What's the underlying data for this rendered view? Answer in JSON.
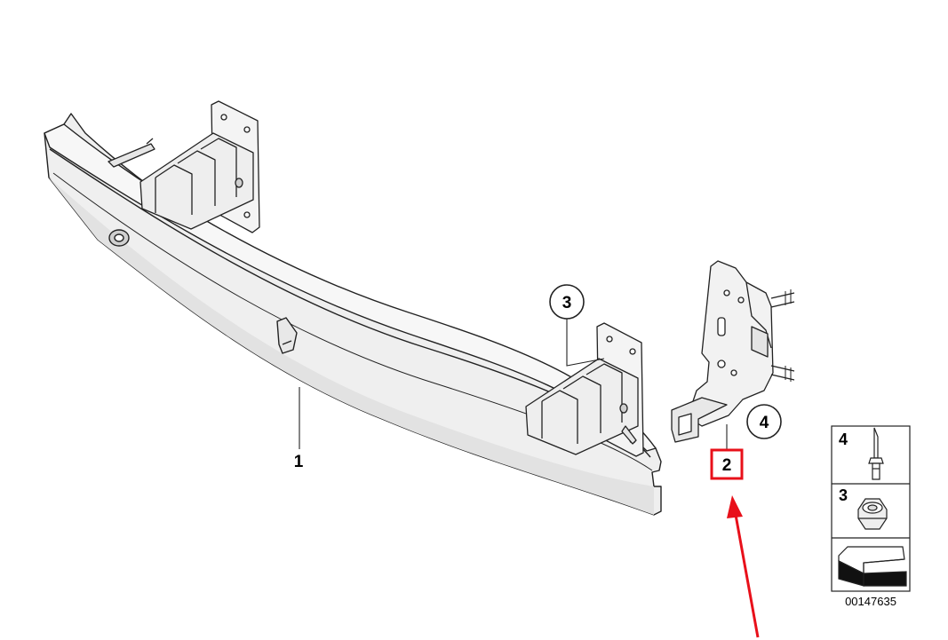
{
  "diagram": {
    "callouts": [
      {
        "id": "1",
        "label": "1"
      },
      {
        "id": "2",
        "label": "2",
        "highlighted": true
      },
      {
        "id": "3",
        "label": "3"
      },
      {
        "id": "4",
        "label": "4"
      }
    ],
    "legend": {
      "rows": [
        {
          "label": "4",
          "icon": "rivet-stud-icon"
        },
        {
          "label": "3",
          "icon": "hex-nut-icon"
        },
        {
          "label": "",
          "icon": "reference-arrow-icon"
        }
      ]
    },
    "catalog_number": "00147635",
    "colors": {
      "line": "#222222",
      "highlight": "#e8101a",
      "part_fill": "#efefef",
      "part_shade": "#dcdcdc"
    }
  }
}
